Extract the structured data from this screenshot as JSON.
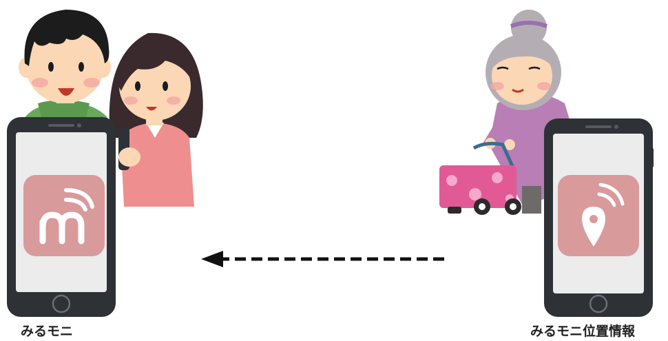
{
  "left_caption": "みるモニ",
  "right_caption": "みるモニ位置情報",
  "left_app_icon": "mirumoni-m-wifi-icon",
  "right_app_icon": "location-pin-wifi-icon",
  "arrow_direction": "left",
  "colors": {
    "phone_body": "#2e3135",
    "phone_screen": "#ececec",
    "app_tile": "#d99a9b",
    "arrow": "#111111",
    "boy_shirt": "#6aa85c",
    "girl_shirt": "#ef8e8e",
    "grandma_cardigan": "#b87eb5",
    "cart_pink": "#e15a95"
  }
}
